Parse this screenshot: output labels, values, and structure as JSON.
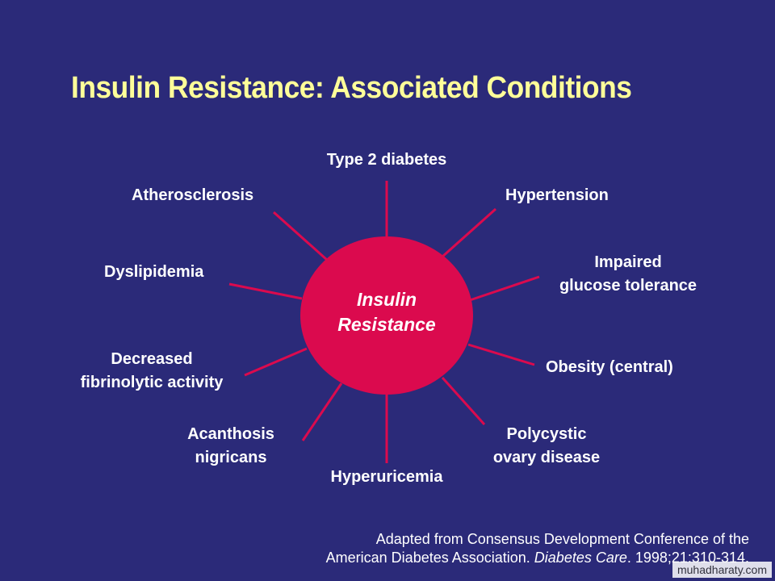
{
  "slide": {
    "title": "Insulin Resistance: Associated Conditions",
    "hub": {
      "line1": "Insulin",
      "line2": "Resistance"
    },
    "conditions": {
      "type2_diabetes": "Type 2 diabetes",
      "hypertension": "Hypertension",
      "impaired_glucose_line1": "Impaired",
      "impaired_glucose_line2": "glucose tolerance",
      "obesity": "Obesity (central)",
      "polycystic_line1": "Polycystic",
      "polycystic_line2": "ovary disease",
      "hyperuricemia": "Hyperuricemia",
      "acanthosis_line1": "Acanthosis",
      "acanthosis_line2": "nigricans",
      "fibrinolytic_line1": "Decreased",
      "fibrinolytic_line2": "fibrinolytic activity",
      "dyslipidemia": "Dyslipidemia",
      "atherosclerosis": "Atherosclerosis"
    },
    "citation": {
      "line1": "Adapted from Consensus Development Conference of the",
      "line2_prefix": "American Diabetes Association. ",
      "line2_journal": "Diabetes Care",
      "line2_suffix": ". 1998;21:310-314."
    },
    "watermark": "muhadharaty.com"
  },
  "colors": {
    "background": "#2b2a79",
    "title": "#ffff99",
    "hub": "#db0a4e",
    "connector": "#db0a4e",
    "text": "#ffffff"
  }
}
